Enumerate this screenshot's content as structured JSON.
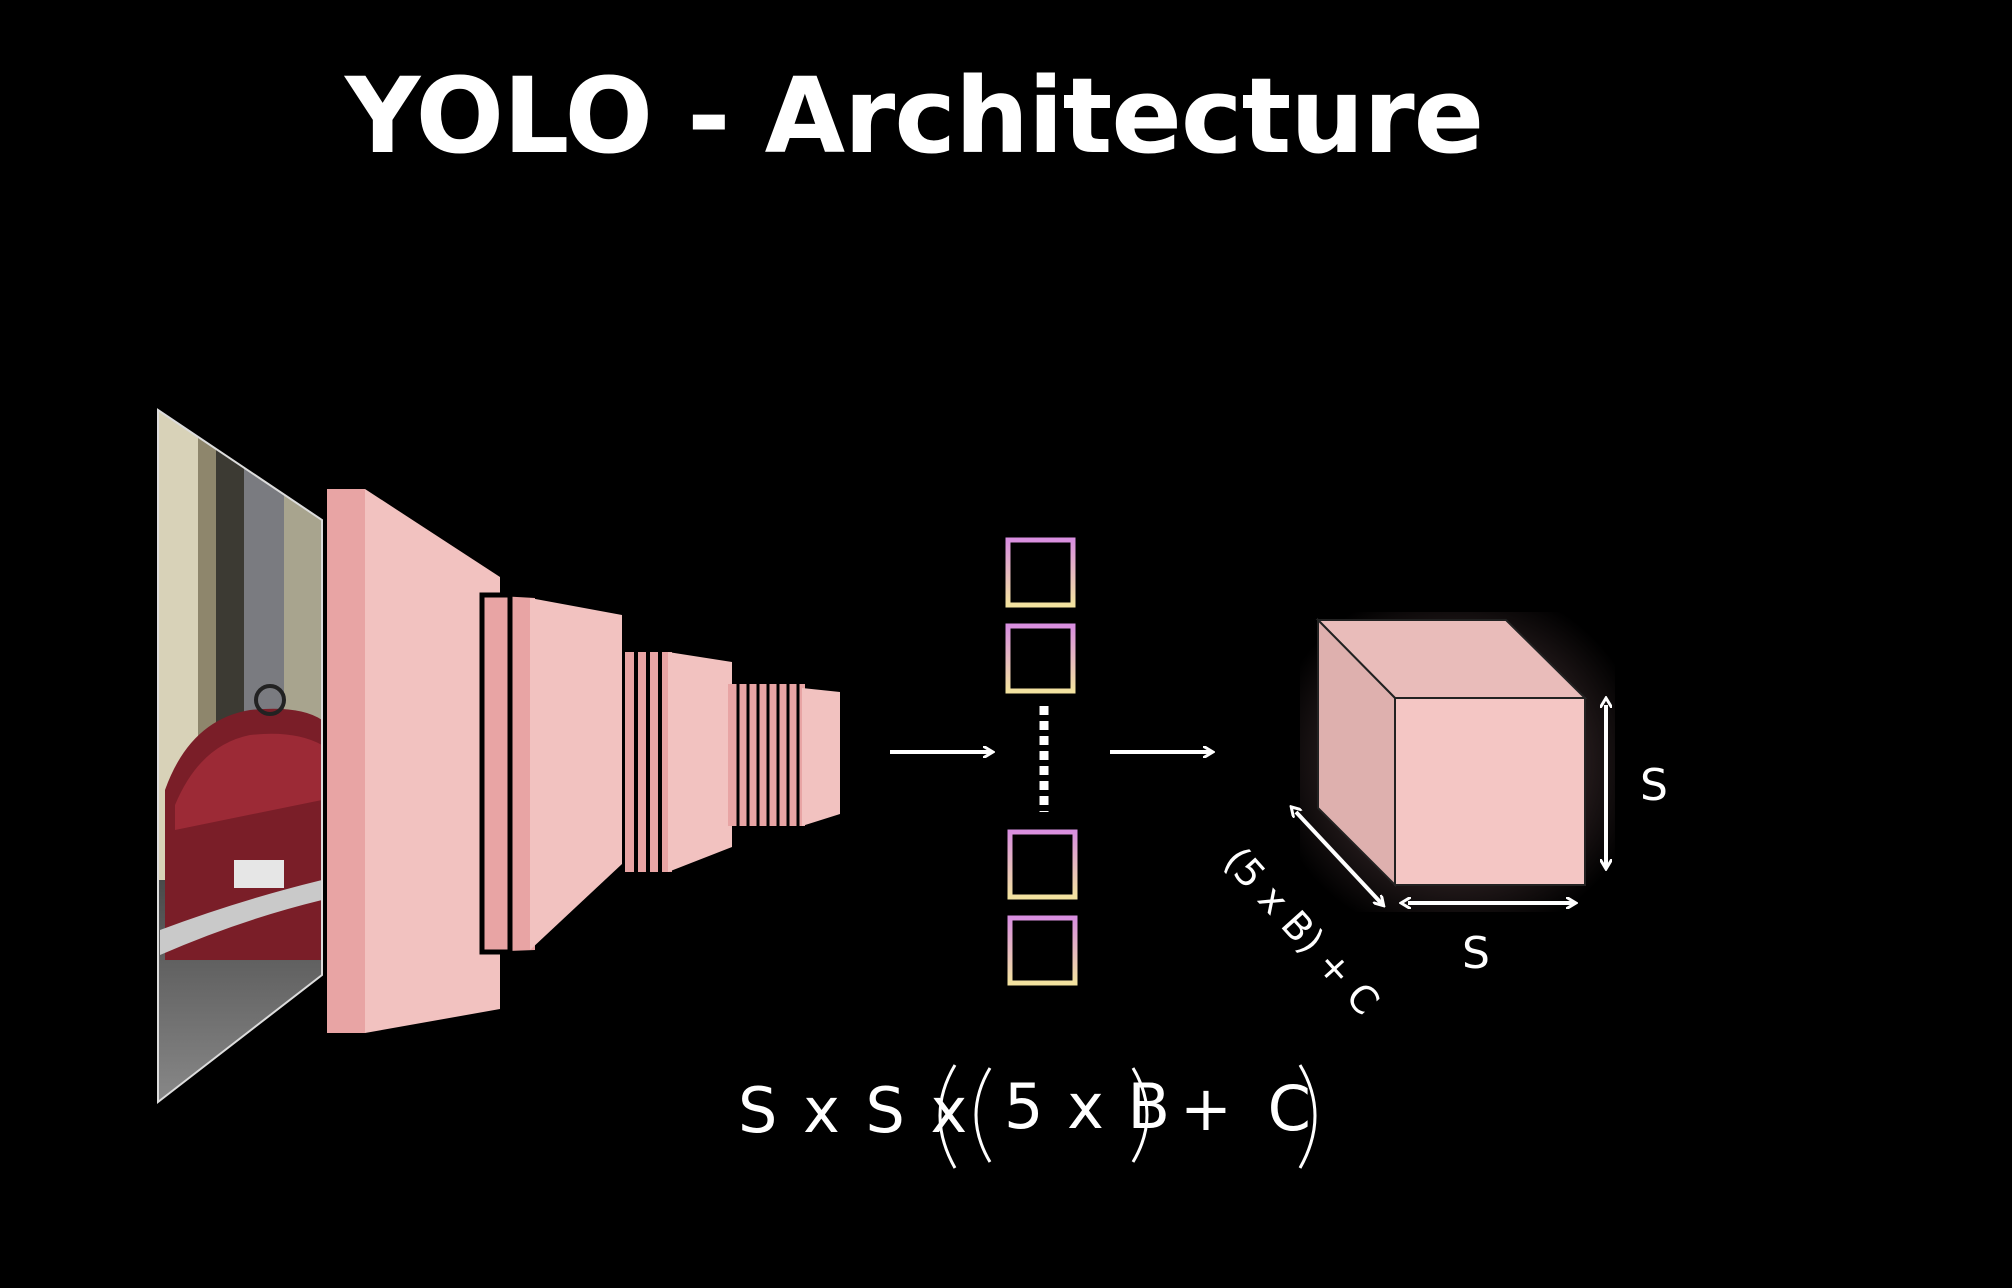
{
  "title": "YOLO - Architecture",
  "formula": {
    "prefix": "S x S x",
    "inner": "5 x B",
    "suffix": "+ C"
  },
  "output_tensor": {
    "height_label": "S",
    "width_label": "S",
    "depth_label": "(5 x B) + C"
  },
  "colors": {
    "background": "#000000",
    "layer_pink": "#f2c2c0",
    "layer_shade": "#e8a4a4",
    "cube_front": "#f4c6c4",
    "cube_top": "#e9bcba",
    "cube_side": "#deb0ae",
    "neuron_top": "#d98fe0",
    "neuron_bottom": "#f3e3a0"
  },
  "icons": [
    "right-arrow-icon",
    "double-arrow-icon",
    "input-image-icon"
  ]
}
